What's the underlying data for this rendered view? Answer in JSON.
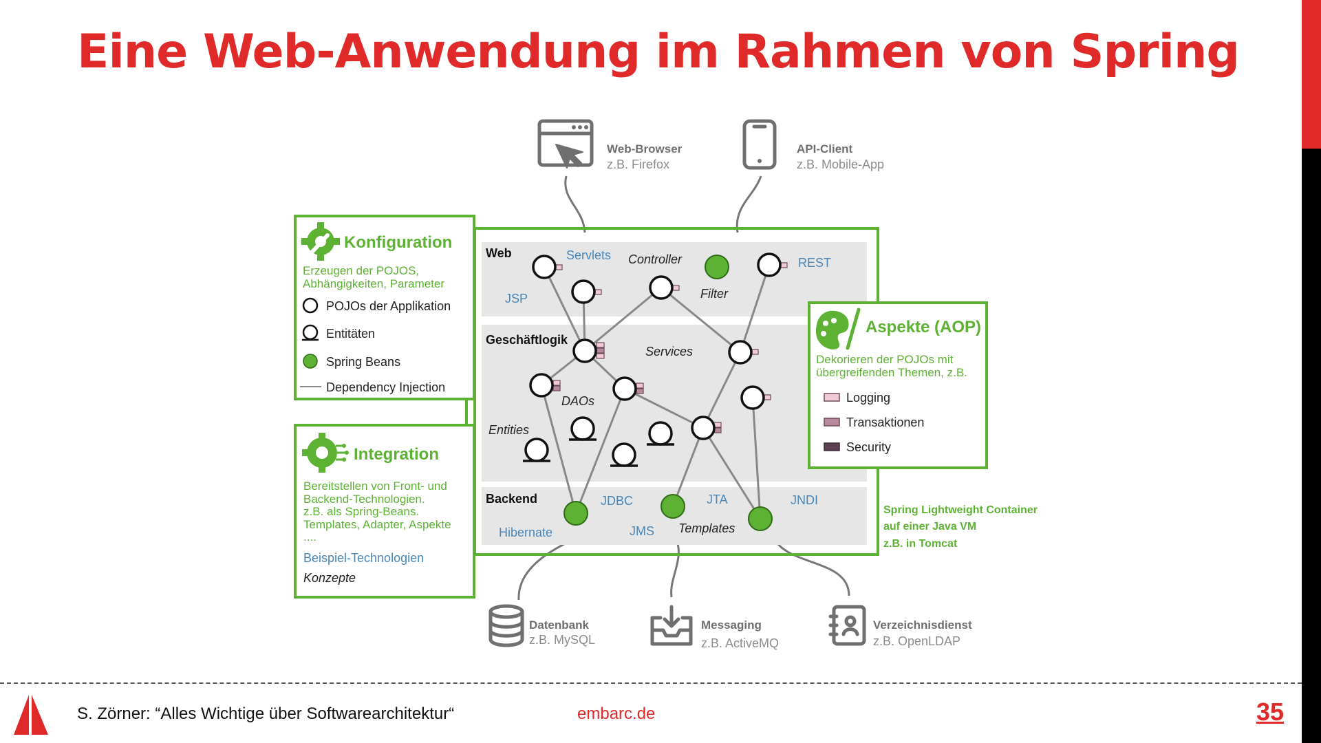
{
  "slide": {
    "title": "Eine Web-Anwendung im Rahmen von Spring",
    "footer_text": "S. Zörner: “Alles Wichtige über Softwarearchitektur“",
    "footer_site": "embarc.de",
    "page_number": "35"
  },
  "colors": {
    "accent_red": "#e02a2a",
    "green": "#5db133",
    "blue_label": "#4a86b8",
    "layer_gray": "#e6e6e6",
    "logging": "#f2c9d6",
    "transaktionen": "#b98a9c",
    "security": "#5a4050"
  },
  "external": {
    "browser": {
      "name": "Web-Browser",
      "example": "z.B. Firefox"
    },
    "api_client": {
      "name": "API-Client",
      "example": "z.B. Mobile-App"
    },
    "datenbank": {
      "name": "Datenbank",
      "example": "z.B. MySQL"
    },
    "messaging": {
      "name": "Messaging",
      "example": "z.B. ActiveMQ"
    },
    "verzeichnis": {
      "name": "Verzeichnisdienst",
      "example": "z.B. OpenLDAP"
    }
  },
  "layers": {
    "web": "Web",
    "geschaeft": "Geschäftlogik",
    "backend": "Backend"
  },
  "tech": {
    "servlets": "Servlets",
    "jsp": "JSP",
    "rest": "REST",
    "jdbc": "JDBC",
    "jta": "JTA",
    "jndi": "JNDI",
    "hibernate": "Hibernate",
    "jms": "JMS"
  },
  "concepts": {
    "controller": "Controller",
    "filter": "Filter",
    "services": "Services",
    "daos": "DAOs",
    "entities": "Entities",
    "templates": "Templates"
  },
  "konfiguration": {
    "title": "Konfiguration",
    "desc_line1": "Erzeugen der POJOS,",
    "desc_line2": "Abhängigkeiten, Parameter",
    "legend_pojo": "POJOs der Applikation",
    "legend_entity": "Entitäten",
    "legend_bean": "Spring Beans",
    "legend_di": "Dependency Injection"
  },
  "integration": {
    "title": "Integration",
    "desc_line1": "Bereitstellen von Front- und",
    "desc_line2": "Backend-Technologien.",
    "desc_line3": "z.B. als Spring-Beans.",
    "desc_line4": "Templates, Adapter, Aspekte",
    "desc_line5": "....",
    "legend_tech": "Beispiel-Technologien",
    "legend_concept": "Konzepte"
  },
  "aspekte": {
    "title": "Aspekte (AOP)",
    "desc_line1": "Dekorieren der POJOs mit",
    "desc_line2": "übergreifenden Themen, z.B.",
    "logging": "Logging",
    "transaktionen": "Transaktionen",
    "security": "Security"
  },
  "container": {
    "line1": "Spring Lightweight Container",
    "line2": "auf einer Java VM",
    "line3": "z.B. in Tomcat"
  }
}
